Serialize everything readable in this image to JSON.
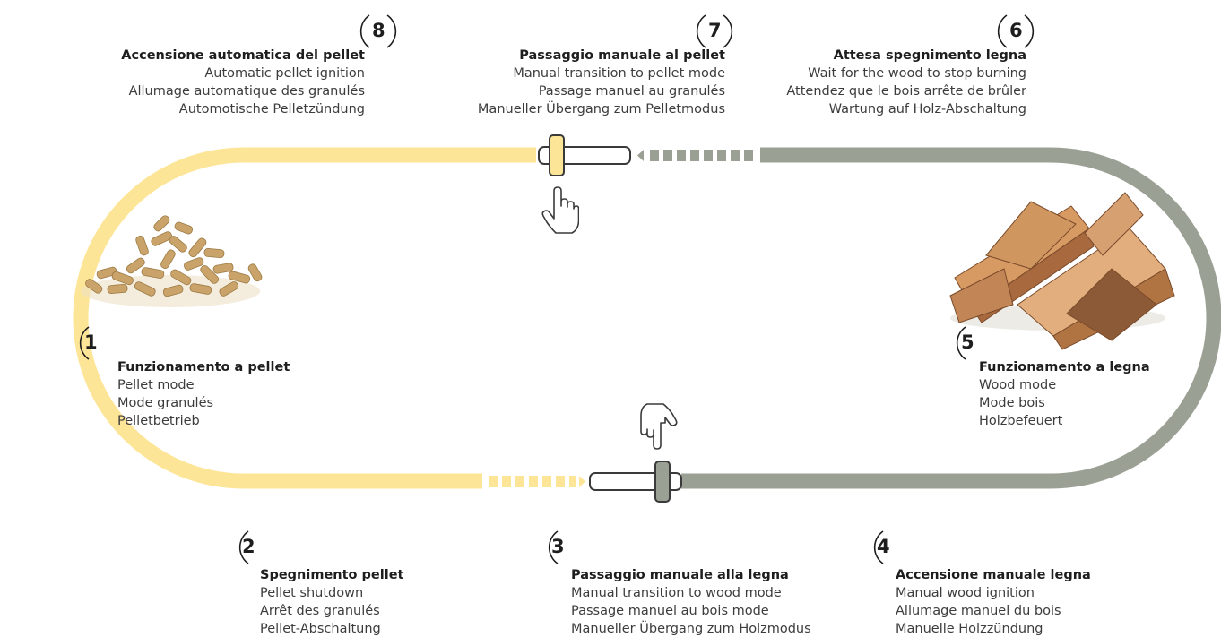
{
  "colors": {
    "pellet": "#fde597",
    "wood": "#9aa093",
    "outline": "#3a3a3a"
  },
  "icons": {
    "pellet_image": "wood-pellets-pile",
    "wood_image": "firewood-logs",
    "hand_up": "pointing-hand-up-icon",
    "hand_down": "pointing-hand-down-icon",
    "switch": "slider-switch-icon"
  },
  "steps": [
    {
      "n": "1",
      "title": "Funzionamento a pellet",
      "en": "Pellet mode",
      "fr": "Mode granulés",
      "de": "Pelletbetrieb"
    },
    {
      "n": "2",
      "title": "Spegnimento pellet",
      "en": "Pellet shutdown",
      "fr": "Arrêt des granulés",
      "de": "Pellet-Abschaltung"
    },
    {
      "n": "3",
      "title": "Passaggio manuale alla legna",
      "en": "Manual transition to wood mode",
      "fr": "Passage manuel au bois mode",
      "de": "Manueller Übergang zum Holzmodus"
    },
    {
      "n": "4",
      "title": "Accensione manuale legna",
      "en": "Manual wood ignition",
      "fr": "Allumage manuel du bois",
      "de": "Manuelle Holzzündung"
    },
    {
      "n": "5",
      "title": "Funzionamento a legna",
      "en": "Wood mode",
      "fr": "Mode bois",
      "de": "Holzbefeuert"
    },
    {
      "n": "6",
      "title": "Attesa spegnimento legna",
      "en": "Wait for the wood to stop burning",
      "fr": "Attendez que le bois arrête de brûler",
      "de": "Wartung auf Holz-Abschaltung"
    },
    {
      "n": "7",
      "title": "Passaggio manuale al pellet",
      "en": "Manual transition to pellet mode",
      "fr": "Passage manuel au granulés",
      "de": "Manueller Übergang zum Pelletmodus"
    },
    {
      "n": "8",
      "title": "Accensione automatica del pellet",
      "en": "Automatic pellet ignition",
      "fr": "Allumage automatique des granulés",
      "de": "Automotische Pelletzündung"
    }
  ]
}
